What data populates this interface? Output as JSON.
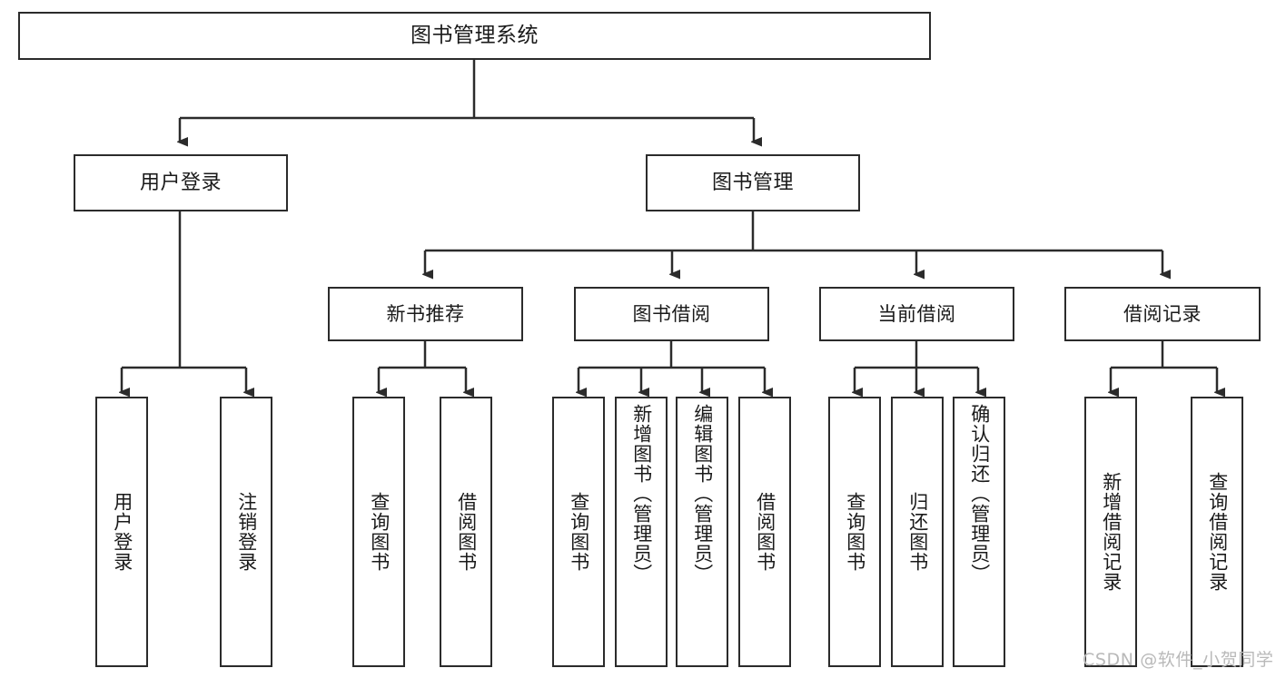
{
  "diagram": {
    "type": "tree",
    "title": "图书管理系统",
    "root": {
      "id": "root",
      "label": "图书管理系统"
    },
    "level1": [
      {
        "id": "user-login",
        "label": "用户登录"
      },
      {
        "id": "book-management",
        "label": "图书管理"
      }
    ],
    "level2": [
      {
        "id": "new-book-recommend",
        "label": "新书推荐",
        "parent": "book-management"
      },
      {
        "id": "book-borrow",
        "label": "图书借阅",
        "parent": "book-management"
      },
      {
        "id": "current-borrow",
        "label": "当前借阅",
        "parent": "book-management"
      },
      {
        "id": "borrow-record",
        "label": "借阅记录",
        "parent": "book-management"
      }
    ],
    "leaves": [
      {
        "id": "leaf-user-login",
        "label": "用户登录",
        "parent": "user-login"
      },
      {
        "id": "leaf-logout-login",
        "label": "注销登录",
        "parent": "user-login"
      },
      {
        "id": "leaf-query-book-1",
        "label": "查询图书",
        "parent": "new-book-recommend"
      },
      {
        "id": "leaf-borrow-book-1",
        "label": "借阅图书",
        "parent": "new-book-recommend"
      },
      {
        "id": "leaf-query-book-2",
        "label": "查询图书",
        "parent": "book-borrow"
      },
      {
        "id": "leaf-add-book",
        "label": "新增图书（管理员）",
        "parent": "book-borrow"
      },
      {
        "id": "leaf-edit-book",
        "label": "编辑图书（管理员）",
        "parent": "book-borrow"
      },
      {
        "id": "leaf-borrow-book-2",
        "label": "借阅图书",
        "parent": "book-borrow"
      },
      {
        "id": "leaf-query-book-3",
        "label": "查询图书",
        "parent": "current-borrow"
      },
      {
        "id": "leaf-return-book",
        "label": "归还图书",
        "parent": "current-borrow"
      },
      {
        "id": "leaf-confirm-return",
        "label": "确认归还（管理员）",
        "parent": "current-borrow"
      },
      {
        "id": "leaf-add-record",
        "label": "新增借阅记录",
        "parent": "borrow-record"
      },
      {
        "id": "leaf-query-record",
        "label": "查询借阅记录",
        "parent": "borrow-record"
      }
    ],
    "colors": {
      "stroke": "#2b2b2b",
      "fill": "#ffffff",
      "text": "#1a1a1a",
      "watermark": "#b9b9b9"
    }
  },
  "watermark": {
    "text": "CSDN @软件_小贺同学"
  }
}
